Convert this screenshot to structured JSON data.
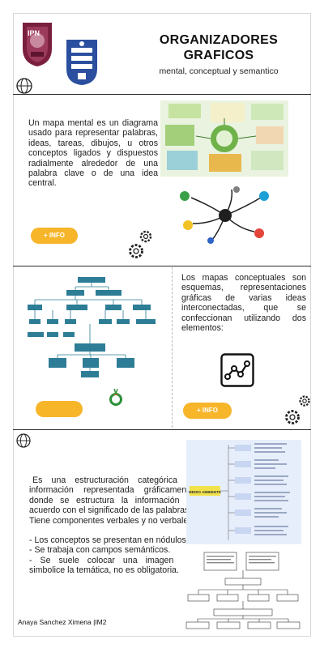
{
  "header": {
    "title_line1": "ORGANIZADORES",
    "title_line2": "GRAFICOS",
    "subtitle": "mental, conceptual y semantico"
  },
  "section_mental": {
    "text": "Un mapa mental es un diagrama usado para representar palabras, ideas, tareas, dibujos, u otros conceptos ligados y dispuestos radialmente alrededor de una palabra clave o de una idea central.",
    "button": "+ INFO"
  },
  "section_conceptual": {
    "text": "Los mapas conceptuales son esquemas, representaciones gráficas de varias ideas interconectadas, que se confeccionan utilizando dos elementos:",
    "button_left": "",
    "button_right": "+ INFO"
  },
  "section_semantic": {
    "text1": "Es una estructuración categórica de información representada gráficamente, donde se estructura la información de acuerdo con el significado de las palabras.",
    "text2": "Tiene componentes verbales y no verbales.",
    "bullets": [
      "- Los conceptos se presentan en nódulos.",
      "- Se trabaja con campos semánticos.",
      "- Se suele colocar una imagen que simbolice la temática, no es obligatoria."
    ],
    "map_center_label": "MEDIO AMBIENTE"
  },
  "footer": {
    "author": "Anaya Sanchez Ximena  |IM2"
  },
  "colors": {
    "accent_button": "#f7b52a",
    "ipn_maroon": "#7a1f3d",
    "esime_blue": "#2b4f9e"
  }
}
